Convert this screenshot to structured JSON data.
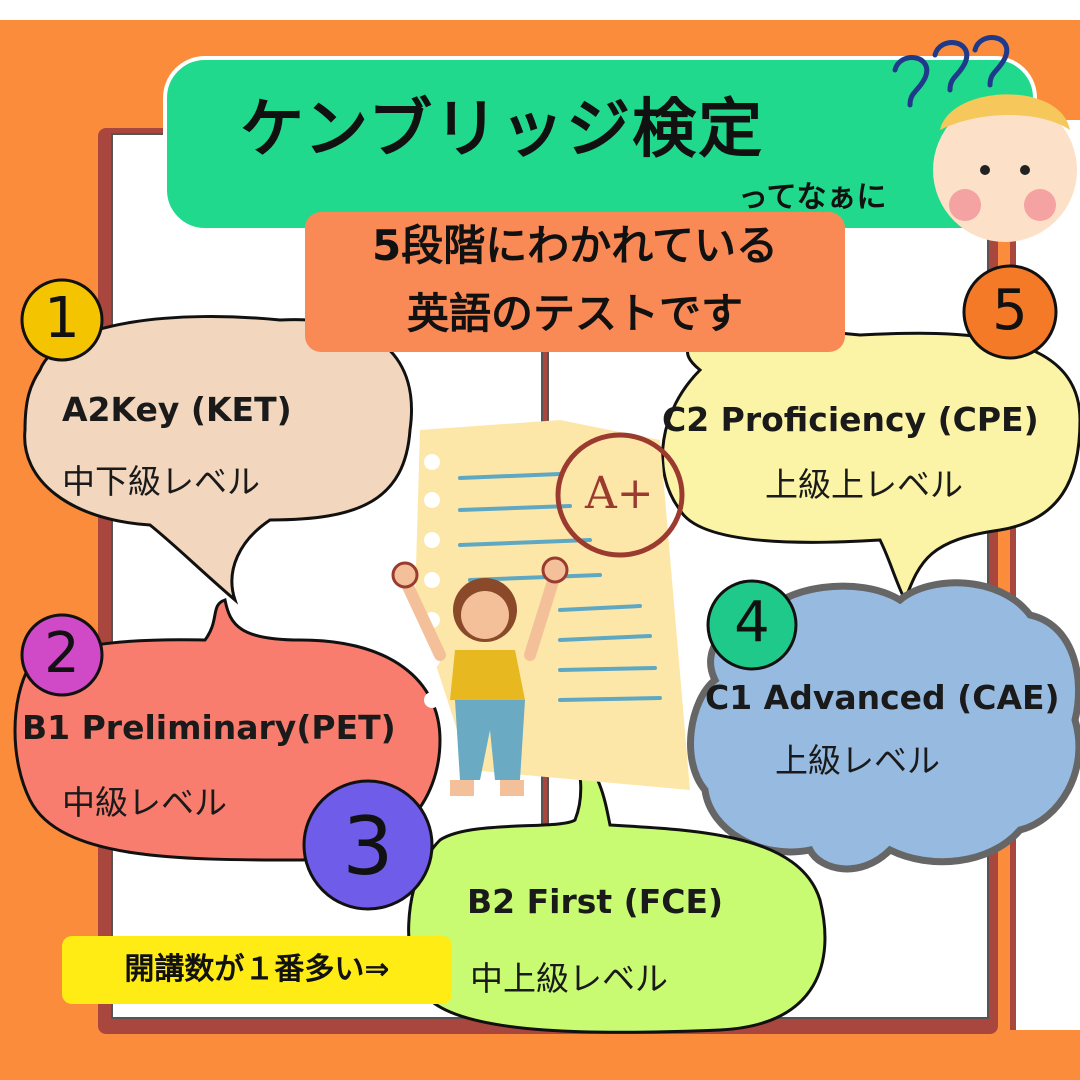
{
  "title": "ケンブリッジ検定",
  "subtitle": "ってなぁに",
  "banner": {
    "line1": "5段階にわかれている",
    "line2": "英語のテストです"
  },
  "grade_badge": "A+",
  "levels": [
    {
      "number": "1",
      "exam": "A2Key (KET)",
      "level": "中下級レベル",
      "color": "#f2d6be"
    },
    {
      "number": "2",
      "exam": "B1 Preliminary(PET)",
      "level": "中級レベル",
      "color": "#f97d6e"
    },
    {
      "number": "3",
      "exam": "B2 First (FCE)",
      "level": "中上級レベル",
      "color": "#c8fb72"
    },
    {
      "number": "4",
      "exam": "C1 Advanced (CAE)",
      "level": "上級レベル",
      "color": "#97bbe0"
    },
    {
      "number": "5",
      "exam": "C2 Proficiency (CPE)",
      "level": "上級上レベル",
      "color": "#fbf4a6"
    }
  ],
  "popular_note": "開講数が１番多い⇒",
  "colors": {
    "frame": "#fb8c3b",
    "title_bg": "#20d98c",
    "banner_bg": "#f98a56",
    "popular_bg": "#ffec14"
  }
}
